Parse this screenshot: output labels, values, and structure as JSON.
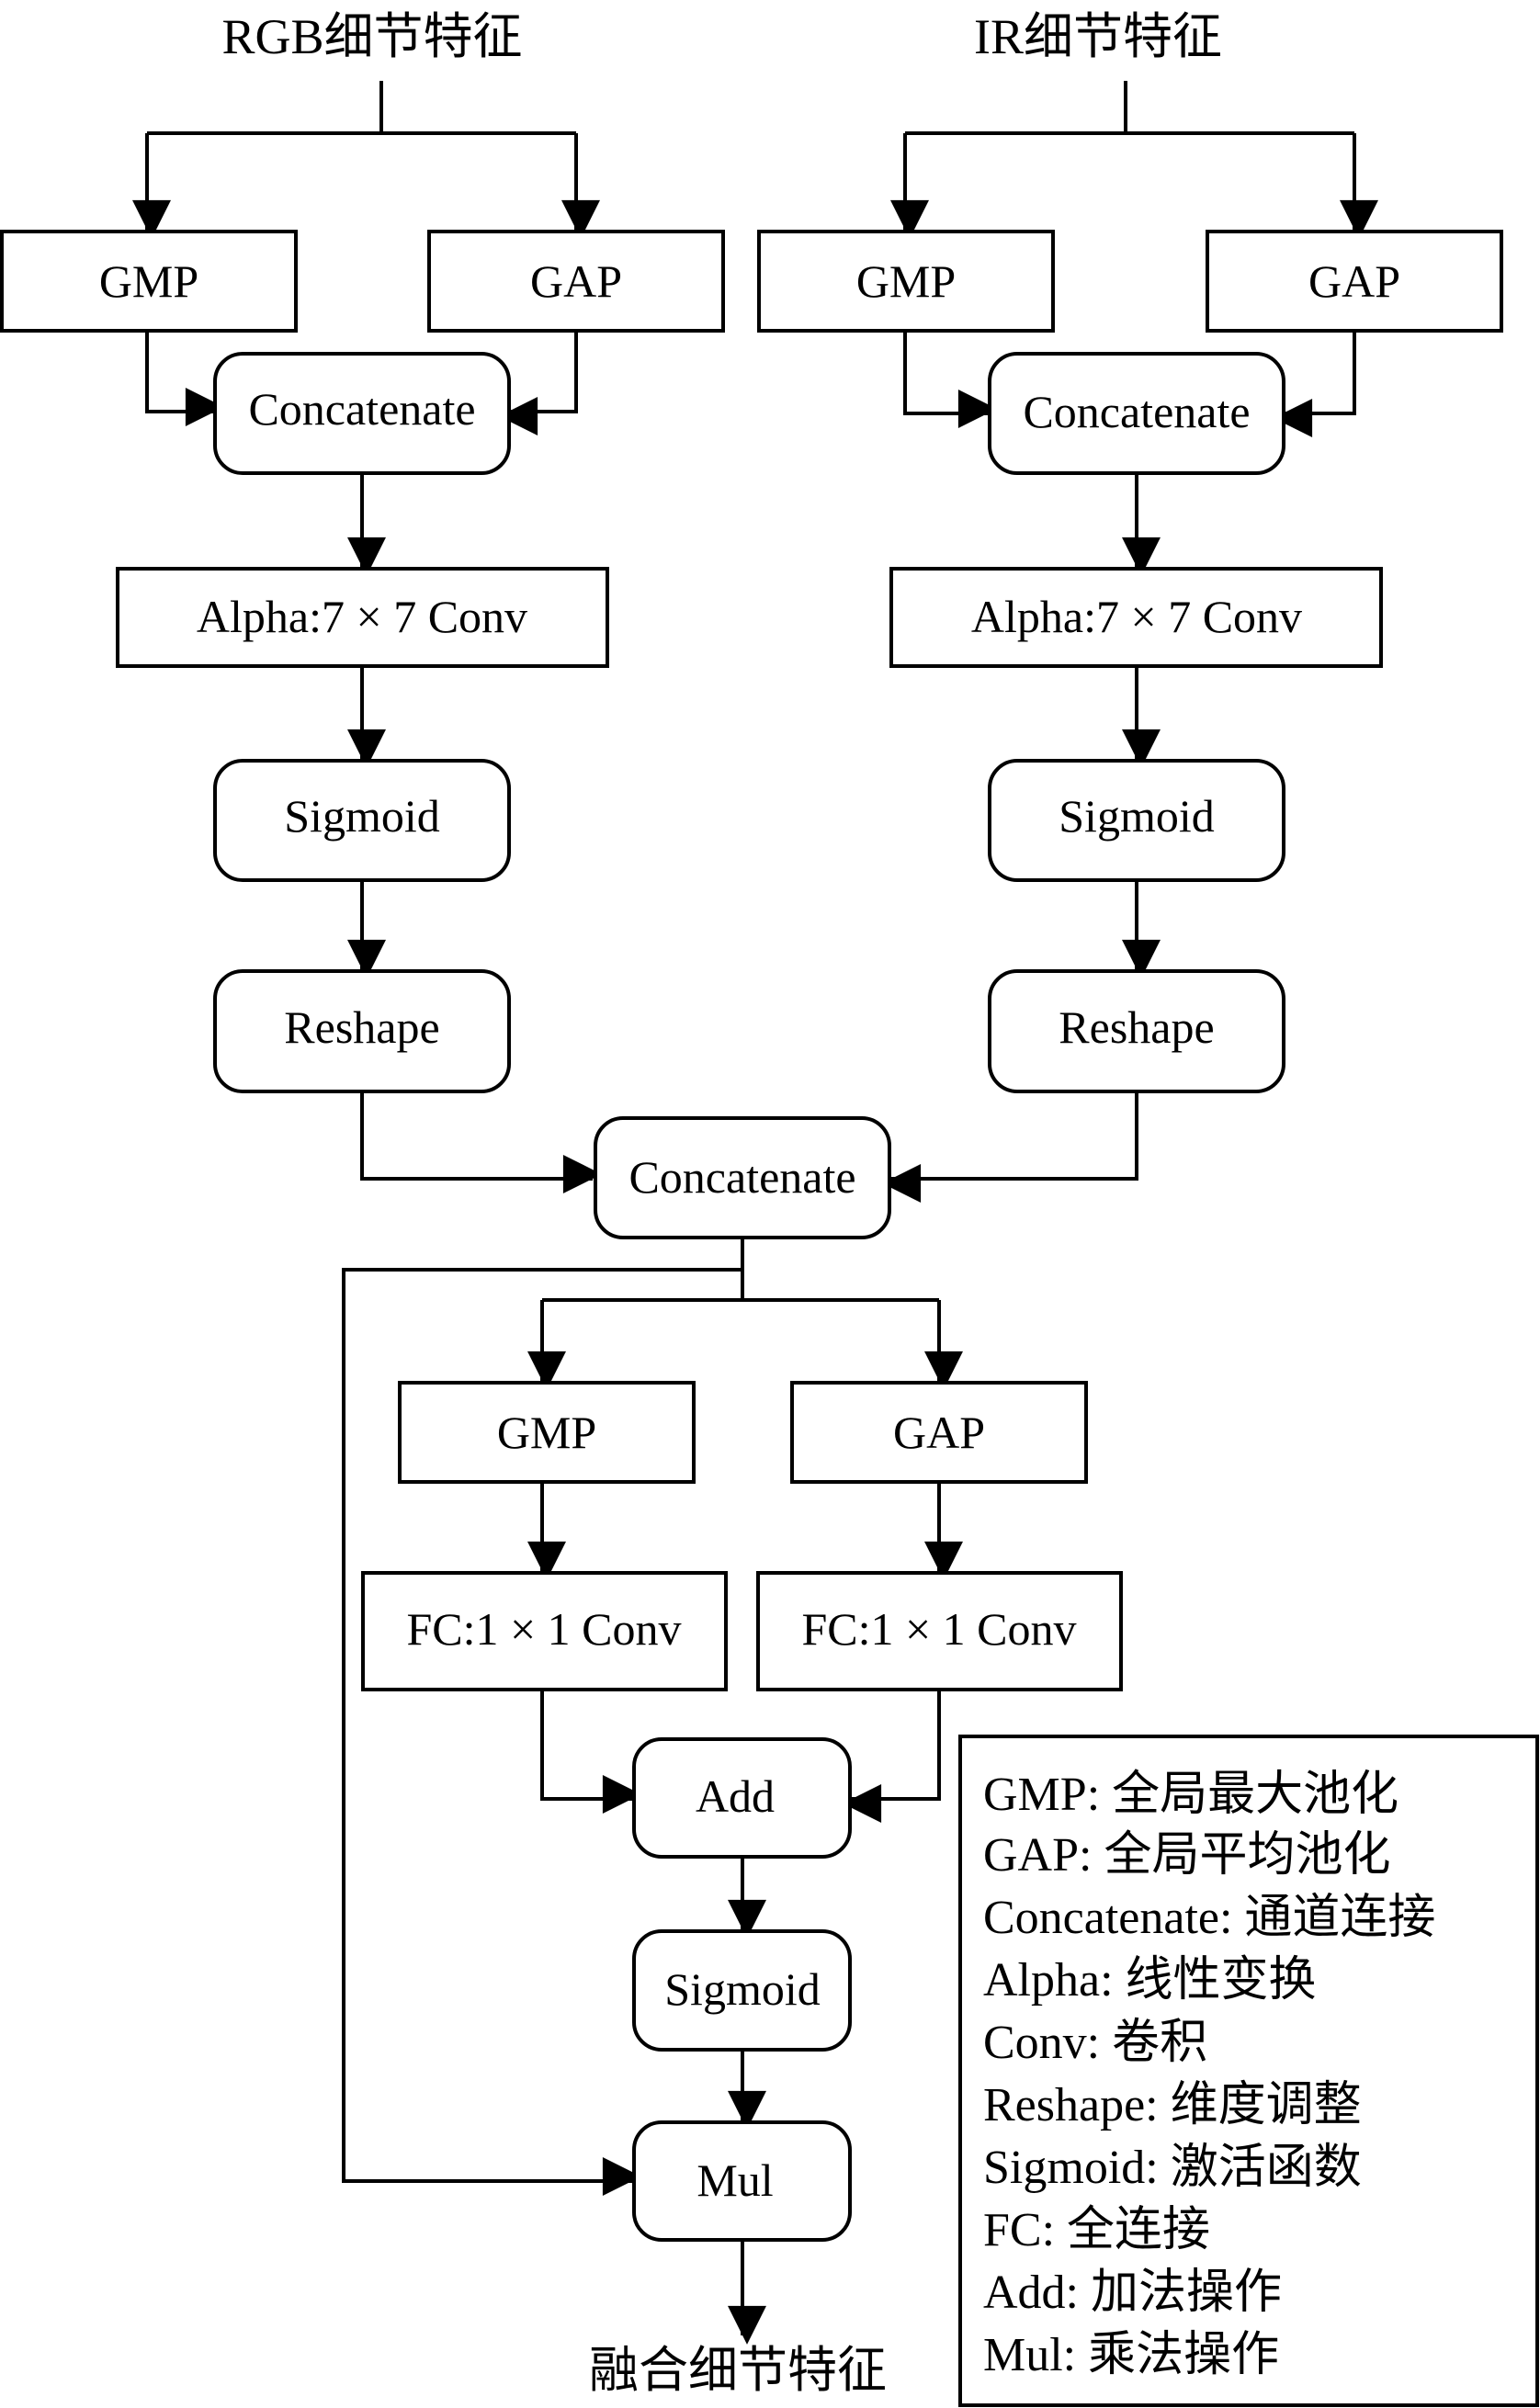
{
  "inputs": {
    "rgb": "RGB细节特征",
    "ir": "IR细节特征"
  },
  "output": "融合细节特征",
  "rgb_branch": {
    "gmp": "GMP",
    "gap": "GAP",
    "concat": "Concatenate",
    "alpha": "Alpha:7 × 7 Conv",
    "sigmoid": "Sigmoid",
    "reshape": "Reshape"
  },
  "ir_branch": {
    "gmp": "GMP",
    "gap": "GAP",
    "concat": "Concatenate",
    "alpha": "Alpha:7 × 7 Conv",
    "sigmoid": "Sigmoid",
    "reshape": "Reshape"
  },
  "fusion": {
    "concat": "Concatenate",
    "gmp": "GMP",
    "gap": "GAP",
    "fc_left": "FC:1 × 1 Conv",
    "fc_right": "FC:1 × 1 Conv",
    "add": "Add",
    "sigmoid": "Sigmoid",
    "mul": "Mul"
  },
  "legend": [
    "GMP: 全局最大池化",
    "GAP: 全局平均池化",
    "Concatenate: 通道连接",
    "Alpha: 线性变换",
    "Conv: 卷积",
    "Reshape: 维度调整",
    "Sigmoid: 激活函数",
    "FC: 全连接",
    "Add: 加法操作",
    "Mul: 乘法操作"
  ]
}
